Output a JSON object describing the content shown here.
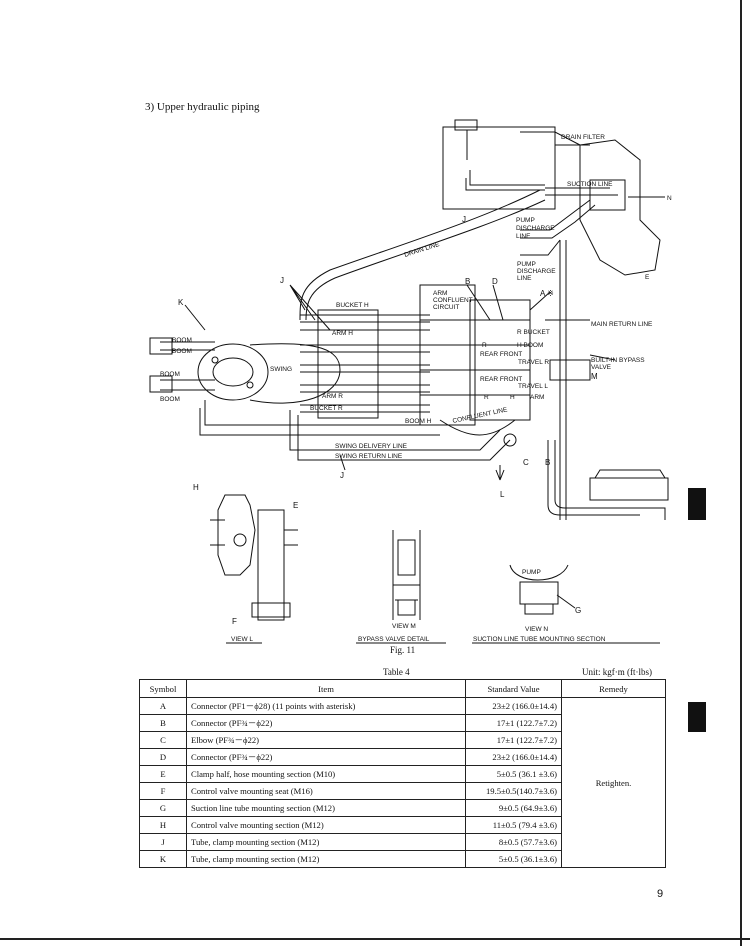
{
  "section_title": "3)  Upper hydraulic piping",
  "diagram_labels": {
    "drain_filter": "DRAIN FILTER",
    "suction_line": "SUCTION LINE",
    "n": "N",
    "e": "E",
    "pump_discharge_1": "PUMP",
    "pump_discharge_1b": "DISCHARGE",
    "pump_discharge_1c": "LINE",
    "pump_discharge_2": "PUMP",
    "pump_discharge_2b": "DISCHARGE",
    "pump_discharge_2c": "LINE",
    "drain_line": "DRAIN  LINE",
    "j1": "J",
    "j2": "J",
    "j3": "J",
    "k": "K",
    "b1": "B",
    "d": "D",
    "a_mark": "A ※",
    "arm_confluent_1": "ARM",
    "arm_confluent_2": "CONFLUENT",
    "arm_confluent_3": "CIRCUIT",
    "main_return_line": "MAIN RETURN LINE",
    "boom1": "BOOM",
    "boom2": "BOOM",
    "boom3": "BOOM",
    "boom4": "BOOM",
    "bucket_h": "BUCKET H",
    "arm_h": "ARM H",
    "swing": "SWING",
    "r_bucket": "R BUCKET",
    "h_boom": "H BOOM",
    "r_label": "R",
    "rear_front_1": "REAR  FRONT",
    "travel_r": "TRAVEL R",
    "rear_front_2": "REAR  FRONT",
    "travel_l": "TRAVEL L",
    "built_in_bypass_1": "BUILT-IN BYPASS",
    "built_in_bypass_2": "VALVE",
    "m": "M",
    "arm_r": "ARM R",
    "bucket_r": "BUCKET R",
    "boom_h": "BOOM H",
    "confluent_line": "CONFLUENT LINE",
    "r_c": "R",
    "h_c": "H",
    "arm_c": "ARM",
    "swing_delivery_line": "SWING DELIVERY LINE",
    "swing_return_line": "SWING RETURN LINE",
    "c": "C",
    "b2": "B",
    "l": "L",
    "j4": "J",
    "h_view": "H",
    "e_view": "E",
    "f_view": "F",
    "view_l": "VIEW L",
    "view_m": "VIEW M",
    "bypass_detail": "BYPASS VALVE DETAIL",
    "pump": "PUMP",
    "g": "G",
    "view_n": "VIEW N",
    "suction_section": "SUCTION   LINE   TUBE   MOUNTING   SECTION"
  },
  "figure_label": "Fig. 11",
  "table": {
    "caption": "Table 4",
    "unit_note": "Unit: kgf·m (ft·lbs)",
    "headers": [
      "Symbol",
      "Item",
      "Standard Value",
      "Remedy"
    ],
    "remedy": "Retighten.",
    "rows": [
      {
        "symbol": "A",
        "item": "Connector (PF1－ϕ28) (11 points with asterisk)",
        "value": "23±2 (166.0±14.4)"
      },
      {
        "symbol": "B",
        "item": "Connector (PF¾－ϕ22)",
        "value": "17±1 (122.7±7.2)"
      },
      {
        "symbol": "C",
        "item": "Elbow (PF¾－ϕ22)",
        "value": "17±1 (122.7±7.2)"
      },
      {
        "symbol": "D",
        "item": "Connector (PF¾－ϕ22)",
        "value": "23±2 (166.0±14.4)"
      },
      {
        "symbol": "E",
        "item": "Clamp half, hose mounting section (M10)",
        "value": "5±0.5 (36.1 ±3.6)"
      },
      {
        "symbol": "F",
        "item": "Control valve mounting seat (M16)",
        "value": "19.5±0.5(140.7±3.6)"
      },
      {
        "symbol": "G",
        "item": "Suction line tube mounting section (M12)",
        "value": "9±0.5 (64.9±3.6)"
      },
      {
        "symbol": "H",
        "item": "Control valve mounting section (M12)",
        "value": "11±0.5 (79.4 ±3.6)"
      },
      {
        "symbol": "J",
        "item": "Tube, clamp mounting section (M12)",
        "value": "8±0.5 (57.7±3.6)"
      },
      {
        "symbol": "K",
        "item": "Tube, clamp mounting section (M12)",
        "value": "5±0.5 (36.1±3.6)"
      }
    ]
  },
  "page_number": "9"
}
